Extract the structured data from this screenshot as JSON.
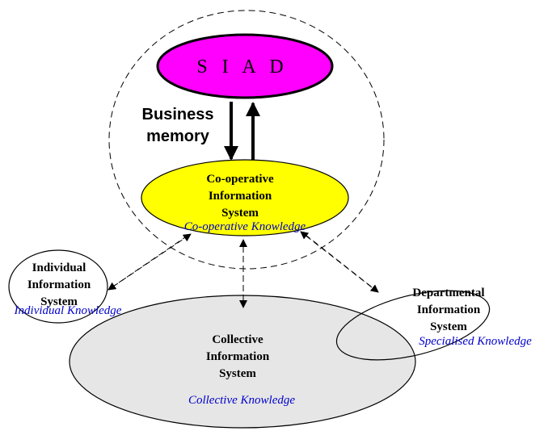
{
  "siad": {
    "label": "S I A D",
    "color": "#ff00ff"
  },
  "business_memory": {
    "line1": "Business",
    "line2": "memory"
  },
  "cooperative": {
    "line1": "Co-operative",
    "line2": "Information",
    "line3": "System",
    "knowledge": "Co-operative Knowledge",
    "color": "#ffff00"
  },
  "individual": {
    "line1": "Individual",
    "line2": "Information",
    "line3": "System",
    "knowledge": "Individual Knowledge"
  },
  "collective": {
    "line1": "Collective",
    "line2": "Information",
    "line3": "System",
    "knowledge": "Collective Knowledge",
    "color": "#e6e6e6"
  },
  "departmental": {
    "line1": "Departmental",
    "line2": "Information",
    "line3": "System",
    "knowledge": "Specialised Knowledge"
  }
}
